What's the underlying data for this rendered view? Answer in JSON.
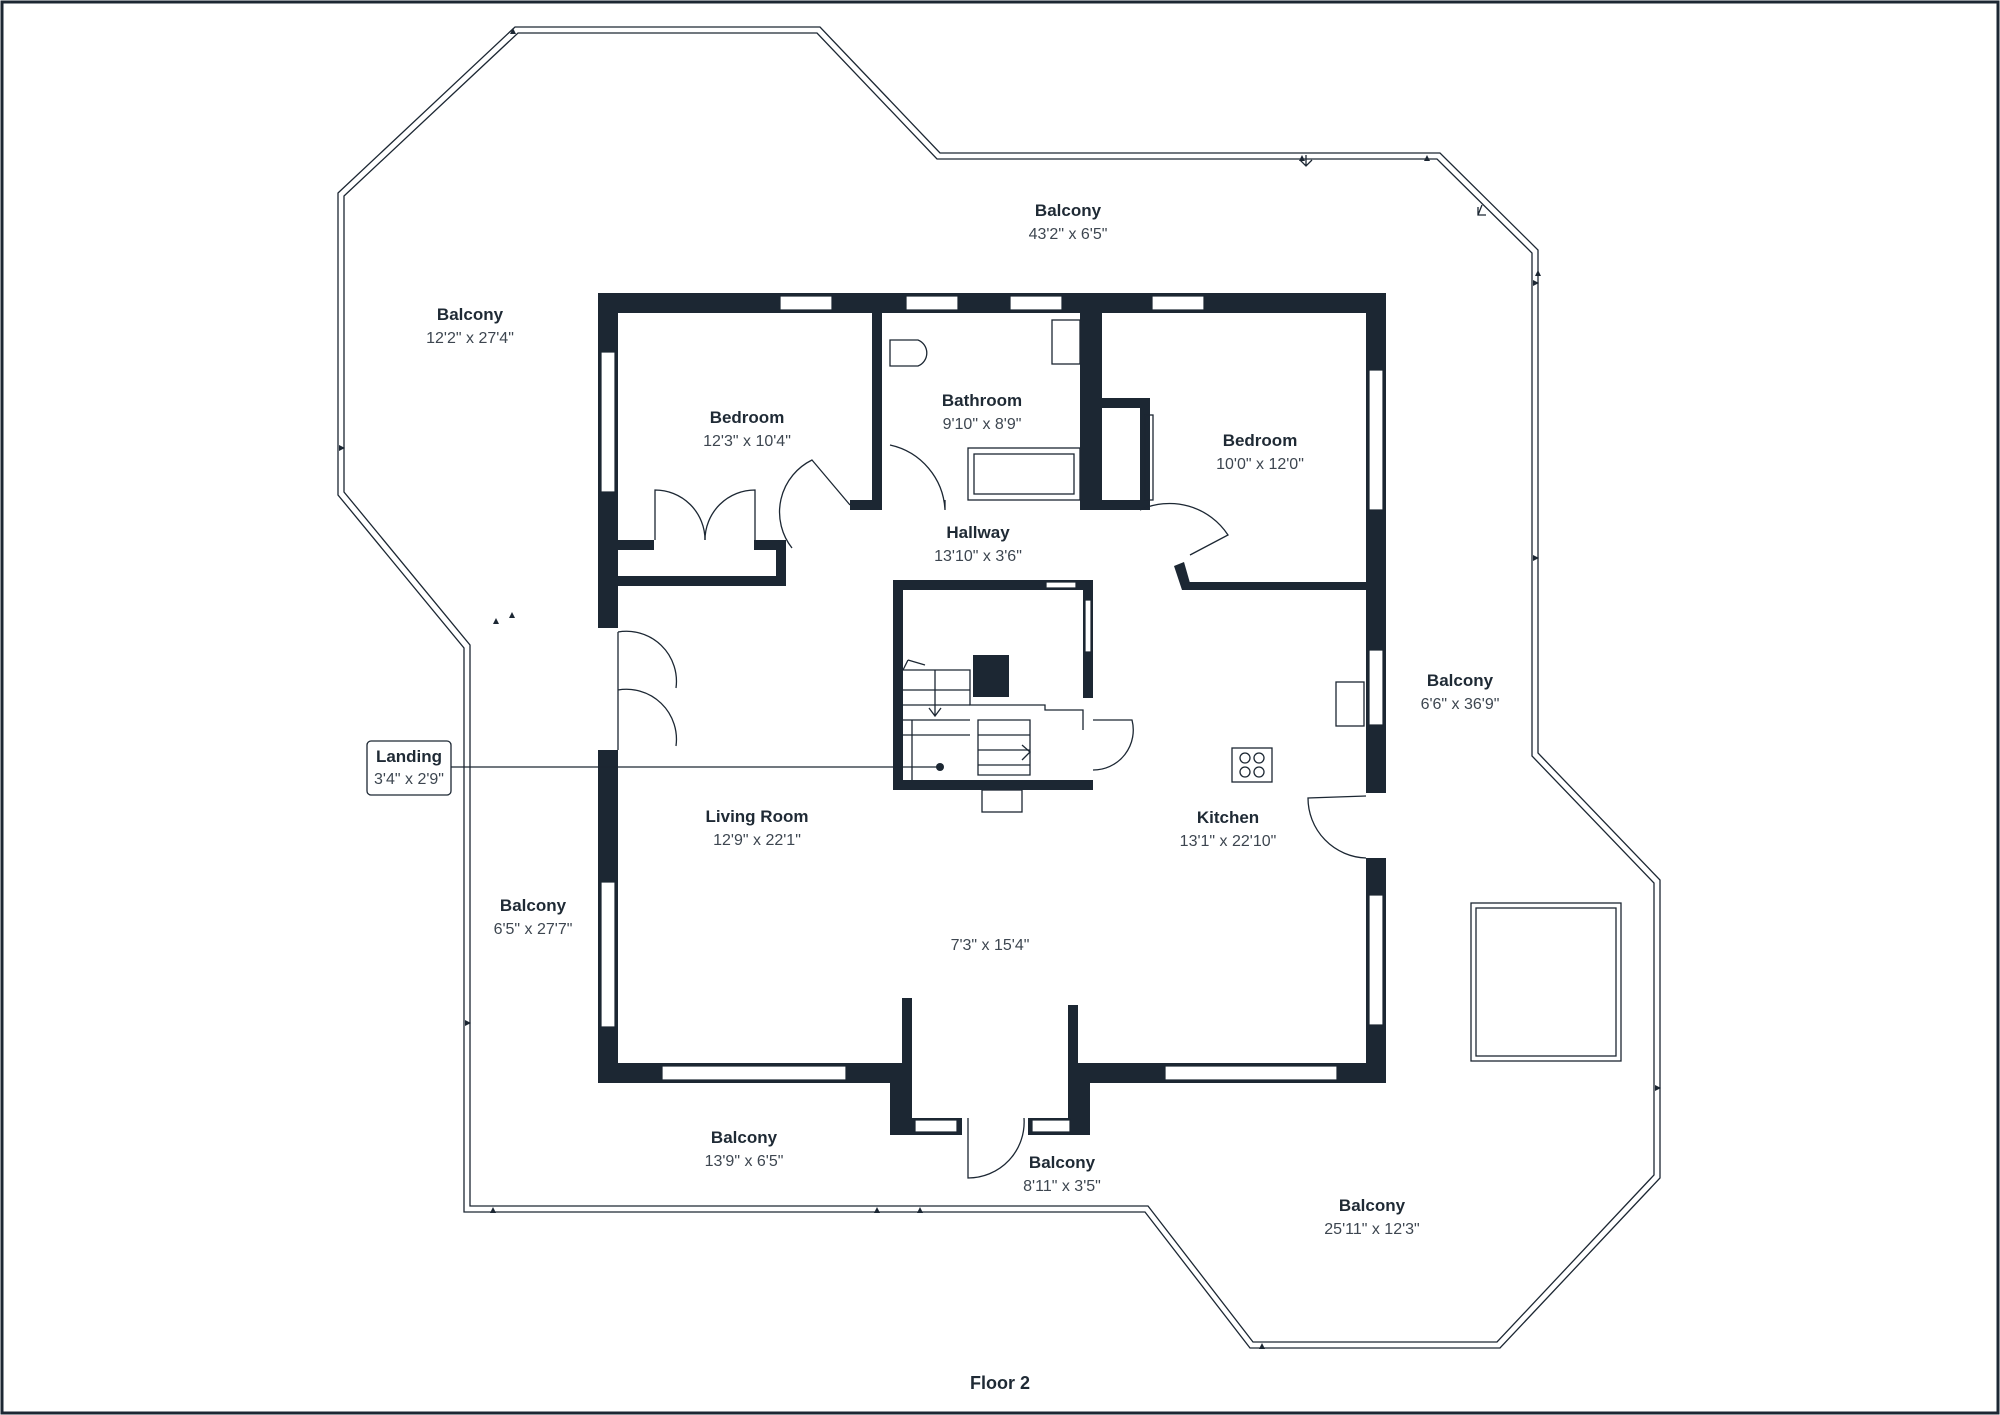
{
  "floor_label": "Floor 2",
  "rooms": [
    {
      "id": "balcony-top",
      "name": "Balcony",
      "dims": "43'2\" x 6'5\""
    },
    {
      "id": "balcony-top-left",
      "name": "Balcony",
      "dims": "12'2\" x 27'4\""
    },
    {
      "id": "bedroom-left",
      "name": "Bedroom",
      "dims": "12'3\" x 10'4\""
    },
    {
      "id": "bathroom",
      "name": "Bathroom",
      "dims": "9'10\" x 8'9\""
    },
    {
      "id": "bedroom-right",
      "name": "Bedroom",
      "dims": "10'0\" x 12'0\""
    },
    {
      "id": "hallway",
      "name": "Hallway",
      "dims": "13'10\" x 3'6\""
    },
    {
      "id": "balcony-right",
      "name": "Balcony",
      "dims": "6'6\" x 36'9\""
    },
    {
      "id": "landing",
      "name": "Landing",
      "dims": "3'4\" x 2'9\""
    },
    {
      "id": "living-room",
      "name": "Living Room",
      "dims": "12'9\" x 22'1\""
    },
    {
      "id": "kitchen",
      "name": "Kitchen",
      "dims": "13'1\" x 22'10\""
    },
    {
      "id": "balcony-left",
      "name": "Balcony",
      "dims": "6'5\" x 27'7\""
    },
    {
      "id": "unnamed-area",
      "name": "",
      "dims": "7'3\" x 15'4\""
    },
    {
      "id": "balcony-bottom-left",
      "name": "Balcony",
      "dims": "13'9\" x 6'5\""
    },
    {
      "id": "balcony-bottom-mid",
      "name": "Balcony",
      "dims": "8'11\" x 3'5\""
    },
    {
      "id": "balcony-bottom-right",
      "name": "Balcony",
      "dims": "25'11\" x 12'3\""
    }
  ]
}
